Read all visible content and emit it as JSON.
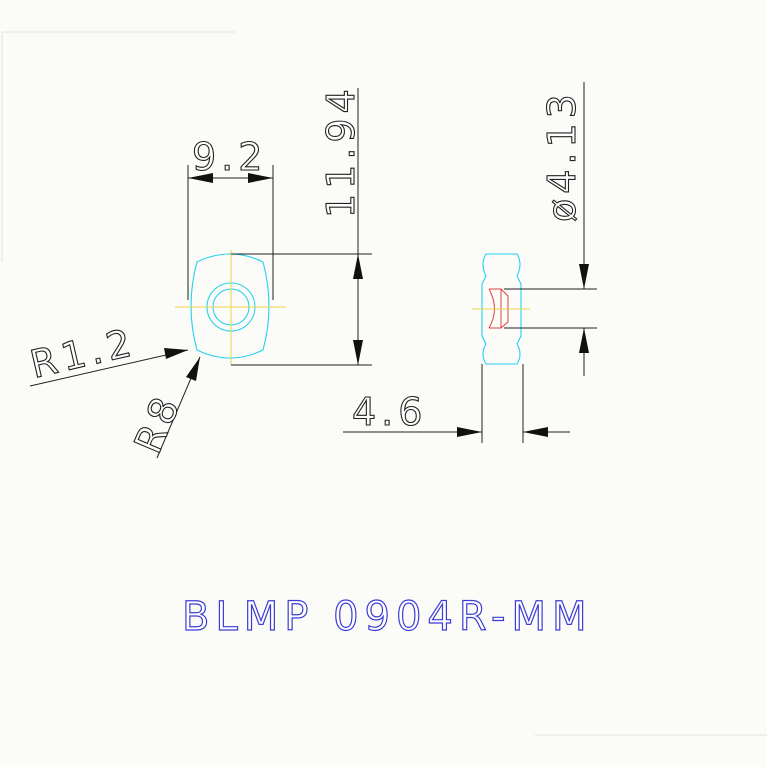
{
  "dimensions": {
    "width_label": "9.2",
    "height_label": "11.94",
    "diameter_label": "ø4.13",
    "corner_radius_label": "R1.2",
    "arc_radius_label": "R8",
    "thickness_label": "4.6"
  },
  "part_number": "BLMP 0904R-MM",
  "colors": {
    "outline": "#24d0f0",
    "centerline": "#ead44a",
    "hidden": "#e04040",
    "title": "#3b3bd6",
    "dimension": "#222222"
  }
}
